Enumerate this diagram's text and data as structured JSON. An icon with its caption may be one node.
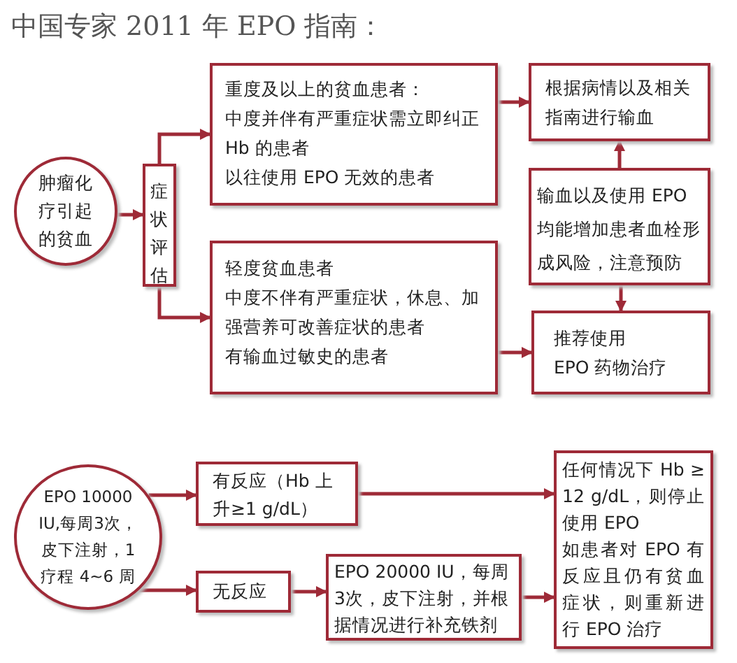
{
  "diagram": {
    "title": "中国专家 2011 年 EPO 指南：",
    "nodes": [
      {
        "text": [
          "肿瘤化疗引起的贫血"
        ]
      },
      {
        "text": [
          "症状评估"
        ]
      },
      {
        "text": [
          "重度及以上的贫血患者：",
          "中度并伴有严重症状需立即纠正 Hb 的患者",
          "以往使用 EPO 无效的患者"
        ]
      },
      {
        "text": [
          "根据病情以及相关指南进行输血"
        ]
      },
      {
        "text": [
          "输血以及使用 EPO 均能增加患者血栓形成风险，注意预防"
        ]
      },
      {
        "text": [
          "轻度贫血患者",
          "中度不伴有严重症状，休息、加强营养可改善症状的患者",
          "有输血过敏史的患者"
        ]
      },
      {
        "text": [
          "推荐使用",
          "EPO 药物治疗"
        ]
      },
      {
        "text": [
          "EPO 10000 IU,每周3次，皮下注射，1疗程 4~6 周"
        ]
      },
      {
        "text": [
          "有反应（Hb 上升≥1 g/dL）"
        ]
      },
      {
        "text": [
          "无反应"
        ]
      },
      {
        "text": [
          "EPO 20000 IU，每周 3次，皮下注射，并根据情况进行补充铁剂"
        ]
      },
      {
        "text": [
          "任何情况下 Hb ≥ 12 g/dL，则停止使用 EPO",
          "如患者对 EPO 有反应且仍有贫血症状，则重新进行 EPO 治疗"
        ]
      }
    ],
    "edges": [
      {
        "from": 0,
        "to": 1,
        "arrow": "to"
      },
      {
        "from": 1,
        "to": 2,
        "arrow": "to"
      },
      {
        "from": 1,
        "to": 5,
        "arrow": "to"
      },
      {
        "from": 2,
        "to": 3,
        "arrow": "to"
      },
      {
        "from": 4,
        "to": 3,
        "arrow": "to"
      },
      {
        "from": 4,
        "to": 6,
        "arrow": "to"
      },
      {
        "from": 5,
        "to": 6,
        "arrow": "to"
      },
      {
        "from": 7,
        "to": 8,
        "arrow": "to"
      },
      {
        "from": 7,
        "to": 9,
        "arrow": "to"
      },
      {
        "from": 8,
        "to": 11,
        "arrow": "to"
      },
      {
        "from": 9,
        "to": 10,
        "arrow": "to"
      },
      {
        "from": 10,
        "to": 11,
        "arrow": "to"
      }
    ]
  }
}
